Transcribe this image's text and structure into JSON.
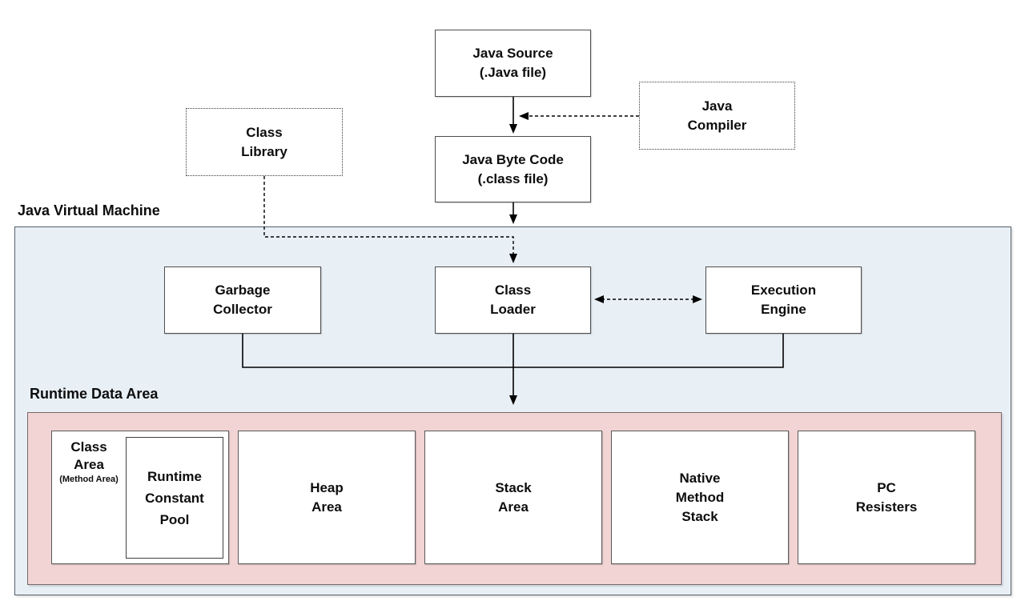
{
  "regions": {
    "jvm_label": "Java Virtual Machine",
    "runtime_label": "Runtime Data Area"
  },
  "nodes": {
    "java_source": {
      "label": "Java Source\n(.Java file)"
    },
    "java_compiler": {
      "label": "Java\nCompiler"
    },
    "class_library": {
      "label": "Class\nLibrary"
    },
    "java_byte_code": {
      "label": "Java Byte Code\n(.class file)"
    },
    "garbage_collector": {
      "label": "Garbage\nCollector"
    },
    "class_loader": {
      "label": "Class\nLoader"
    },
    "execution_engine": {
      "label": "Execution\nEngine"
    },
    "class_area": {
      "label": "Class\nArea",
      "note": "(Method Area)"
    },
    "runtime_constant_pool": {
      "label": "Runtime\nConstant\nPool"
    },
    "heap_area": {
      "label": "Heap\nArea"
    },
    "stack_area": {
      "label": "Stack\nArea"
    },
    "native_method_stack": {
      "label": "Native\nMethod\nStack"
    },
    "pc_registers": {
      "label": "PC\nResisters"
    }
  },
  "colors": {
    "jvm_bg": "#e8f0f6",
    "runtime_bg": "#f1d4d3",
    "box_bg": "#ffffff",
    "line": "#000000"
  }
}
